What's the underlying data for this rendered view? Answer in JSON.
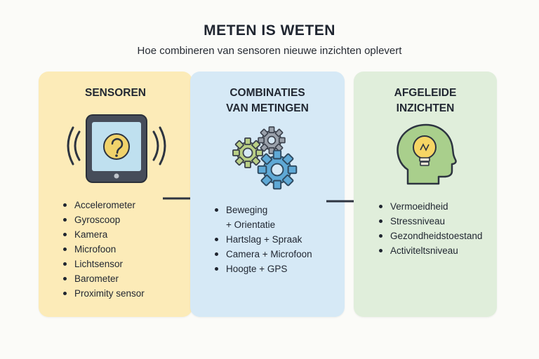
{
  "header": {
    "title": "METEN IS WETEN",
    "subtitle": "Hoe combineren van sensoren nieuwe inzichten oplevert"
  },
  "panels": [
    {
      "title_lines": [
        "SENSOREN"
      ],
      "color": "#fcebb8",
      "icon": "smartphone-sensor-icon",
      "items": [
        "Accelerometer",
        "Gyroscoop",
        "Kamera",
        "Microfoon",
        "Lichtsensor",
        "Barometer",
        "Proximity sensor"
      ]
    },
    {
      "title_lines": [
        "COMBINATIES",
        "VAN METINGEN"
      ],
      "color": "#d6e9f6",
      "icon": "gears-icon",
      "items": [
        "Beweging",
        "+ Orientatie",
        "Hartslag + Spraak",
        "Camera + Microfoon",
        "Hoogte + GPS"
      ]
    },
    {
      "title_lines": [
        "AFGELEIDE",
        "INZICHTEN"
      ],
      "color": "#e0eedb",
      "icon": "head-lightbulb-icon",
      "items": [
        "Vermoeidheid",
        "Stressniveau",
        "Gezondheidstoestand",
        "Activiteltsniveau"
      ]
    }
  ]
}
